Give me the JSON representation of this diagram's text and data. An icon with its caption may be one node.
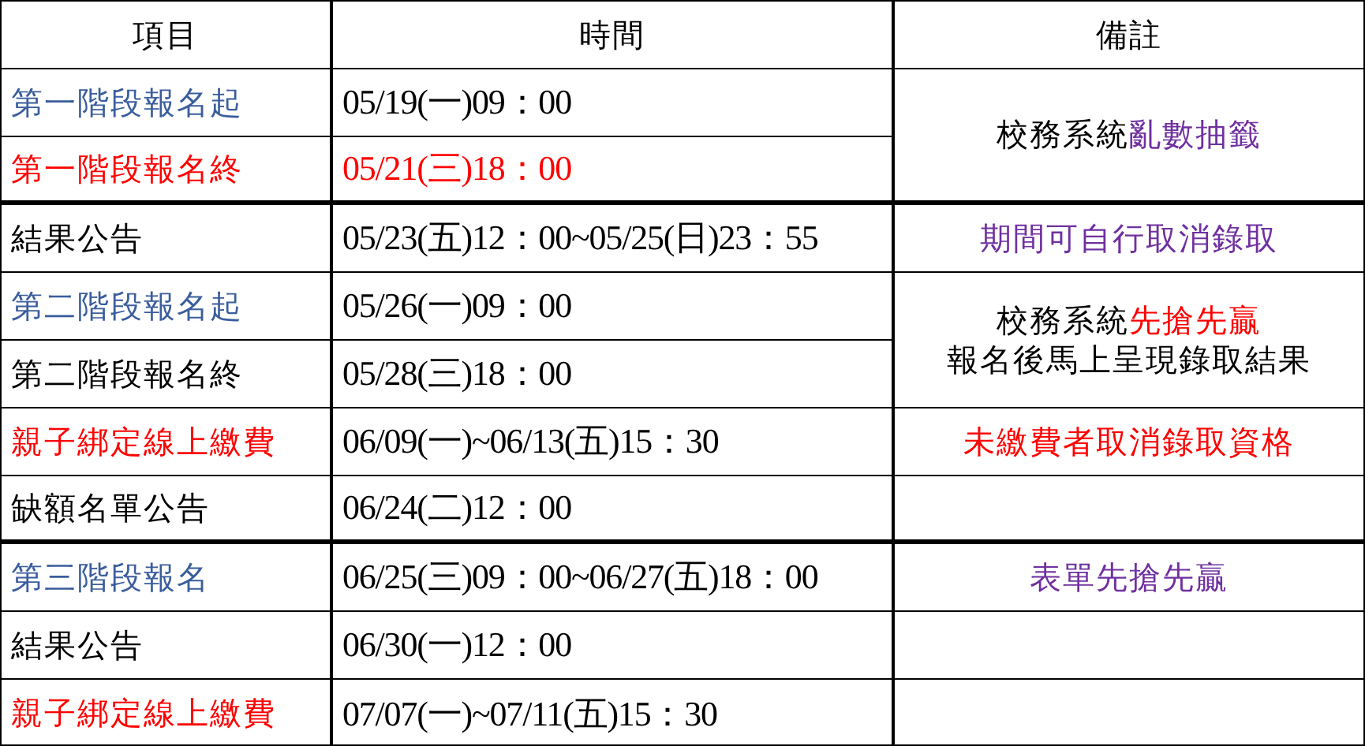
{
  "diagram": {
    "labels": [
      "項目",
      "時間",
      "備註",
      "第一階段報名起",
      "05/19(一)09：00",
      "校務系統",
      "亂數抽籤",
      "第一階段報名終",
      "05/21(三)18：00",
      "結果公告",
      "05/23(五)12：00~05/25(日)23：55",
      "期間可自行取消錄取",
      "第二階段報名起",
      "05/26(一)09：00",
      "校務系統",
      "先搶先贏",
      "報名後馬上呈現錄取結果",
      "第二階段報名終",
      "05/28(三)18：00",
      "親子綁定線上繳費",
      "06/09(一)~06/13(五)15：30",
      "未繳費者取消錄取資格",
      "缺額名單公告",
      "06/24(二)12：00",
      "第三階段報名",
      "06/25(三)09：00~06/27(五)18：00",
      "表單先搶先贏",
      "結果公告",
      "06/30(一)12：00",
      "親子綁定線上繳費",
      "07/07(一)~07/11(五)15：30"
    ]
  }
}
